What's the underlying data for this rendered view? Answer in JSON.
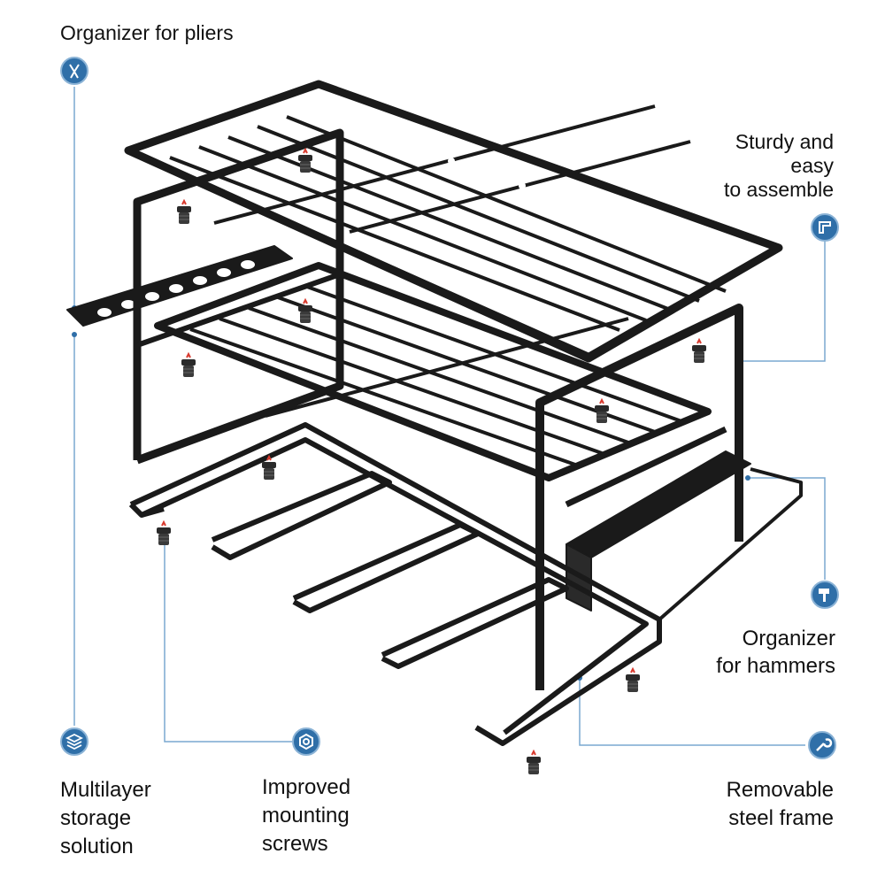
{
  "callouts": {
    "pliers": {
      "text": "Organizer for pliers",
      "icon": "pliers-icon"
    },
    "sturdy": {
      "text": "Sturdy and\neasy\nto assemble",
      "icon": "corner-bracket-icon"
    },
    "hammers": {
      "text": "Organizer\nfor hammers",
      "icon": "hammer-icon"
    },
    "multilayer": {
      "text": "Multilayer\nstorage\nsolution",
      "icon": "layers-icon"
    },
    "screws": {
      "text": "Improved\nmounting\nscrews",
      "icon": "nut-icon"
    },
    "frame": {
      "text": "Removable\nsteel frame",
      "icon": "wrench-icon"
    }
  },
  "colors": {
    "accent": "#2f6fa8",
    "line": "#7aa9d0",
    "steel": "#1a1a1a",
    "screw_tip": "#d83a2e"
  }
}
